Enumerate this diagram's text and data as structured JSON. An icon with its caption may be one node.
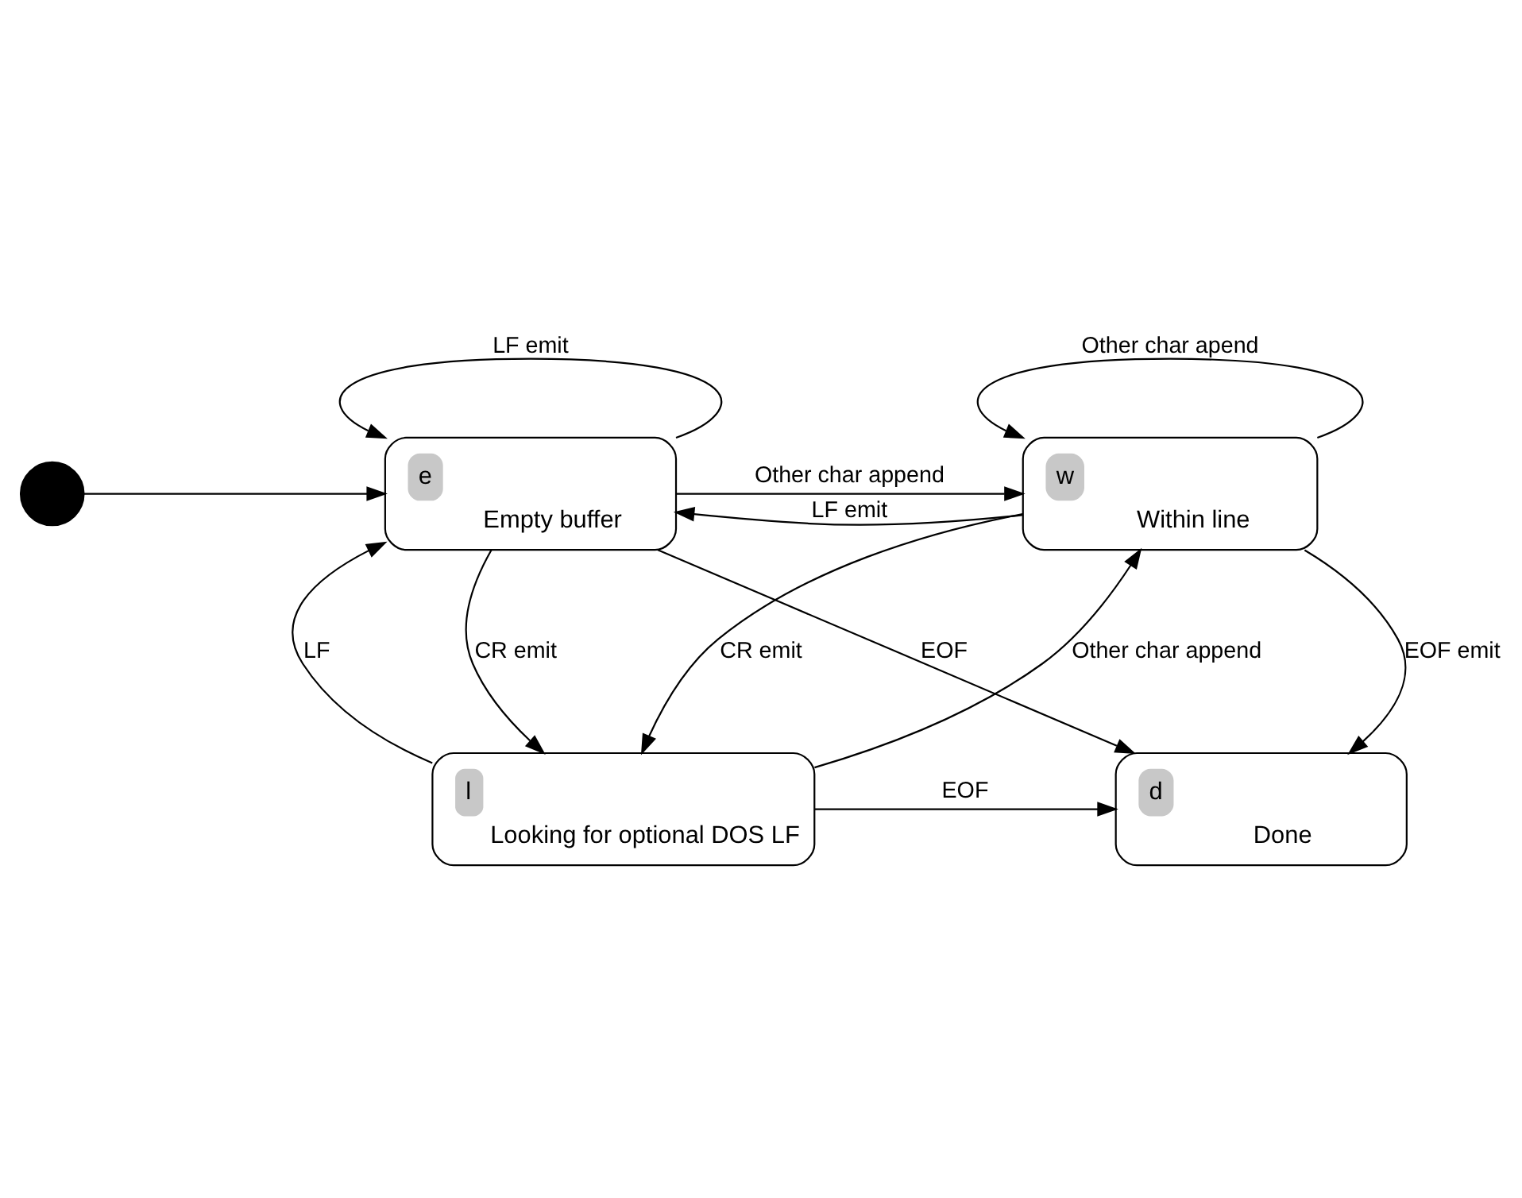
{
  "diagram": {
    "nodes": [
      {
        "text": [],
        "shape": "circle"
      },
      {
        "text": [
          "e",
          "Empty buffer"
        ]
      },
      {
        "text": [
          "w",
          "Within line"
        ]
      },
      {
        "text": [
          "l",
          "Looking for optional DOS LF"
        ]
      },
      {
        "text": [
          "d",
          "Done"
        ]
      }
    ],
    "edges": [
      {
        "from": 0,
        "to": 1,
        "arrow": "to"
      },
      {
        "from": 1,
        "to": 1,
        "arrow": "to",
        "label": "LF emit"
      },
      {
        "from": 2,
        "to": 1,
        "arrow": "to",
        "label": "LF emit"
      },
      {
        "from": 1,
        "to": 2,
        "arrow": "to",
        "label": "Other char append"
      },
      {
        "from": 2,
        "to": 2,
        "arrow": "to",
        "label": "Other char apend"
      },
      {
        "from": 3,
        "to": 1,
        "arrow": "to",
        "label": "LF"
      },
      {
        "from": 1,
        "to": 3,
        "arrow": "to",
        "label": "CR emit"
      },
      {
        "from": 3,
        "to": 2,
        "arrow": "to",
        "label": "Other char append"
      },
      {
        "from": 2,
        "to": 3,
        "arrow": "to",
        "label": "CR emit"
      },
      {
        "from": 2,
        "to": 4,
        "arrow": "to",
        "label": "EOF emit"
      },
      {
        "from": 3,
        "to": 4,
        "arrow": "to",
        "label": "EOF"
      },
      {
        "from": 1,
        "to": 4,
        "arrow": "to",
        "label": "EOF"
      }
    ]
  }
}
